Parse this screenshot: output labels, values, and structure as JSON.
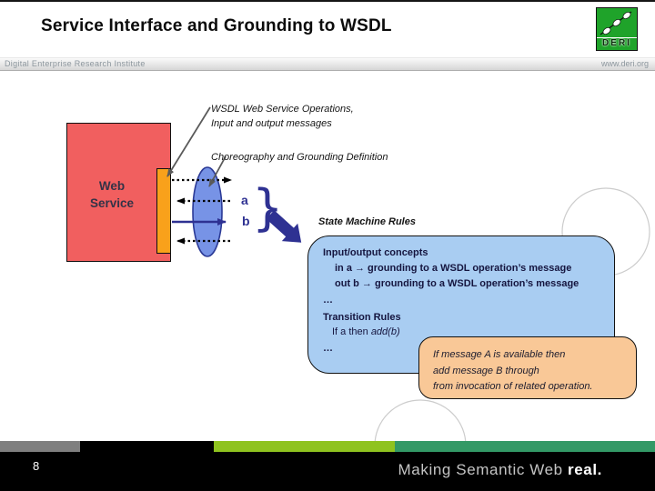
{
  "slide": {
    "title": "Service Interface and Grounding to WSDL",
    "page_number": "8"
  },
  "header": {
    "institute": "Digital Enterprise Research Institute",
    "website": "www.deri.org",
    "logo_text": "DERI"
  },
  "diagram": {
    "web_service": {
      "line1": "Web",
      "line2": "Service"
    },
    "callout_wsdl": {
      "line1": "WSDL Web Service Operations,",
      "line2": "Input and output messages"
    },
    "callout_choreography": "Choreography and Grounding Definition",
    "label_a": "a",
    "label_b": "b",
    "brace": "}",
    "state_machine_label": "State Machine Rules",
    "blue_box": {
      "heading_io": "Input/output concepts",
      "io_line1": "in a → grounding to a WSDL operation’s message",
      "io_line2": "out b → grounding to a WSDL operation’s message",
      "ellipsis1": "…",
      "heading_transition": "Transition Rules",
      "rule_prefix": "If a then ",
      "rule_call": "add(b)",
      "ellipsis2": "…"
    },
    "note_box": {
      "line1": "If message A is available then",
      "line2": "add message B through",
      "line3": "from invocation of related operation."
    }
  },
  "footer": {
    "tagline_regular": "Making Semantic Web ",
    "tagline_bold": "real."
  },
  "colors": {
    "red-box": "#f15f5f",
    "orange-bar": "#f9a11b",
    "ellipse-fill": "#7793e6",
    "ellipse-stroke": "#2b3a96",
    "navy": "#2e3192",
    "blue-box": "#a9cdf2",
    "note-box": "#f9c897",
    "text-dark": "#15153f",
    "logo-green": "#1fa32a",
    "seg-gray": "#7f7f7f",
    "seg-black": "#000000",
    "seg-lime": "#8fc31f",
    "seg-teal": "#339966",
    "footer-black": "#000000"
  }
}
